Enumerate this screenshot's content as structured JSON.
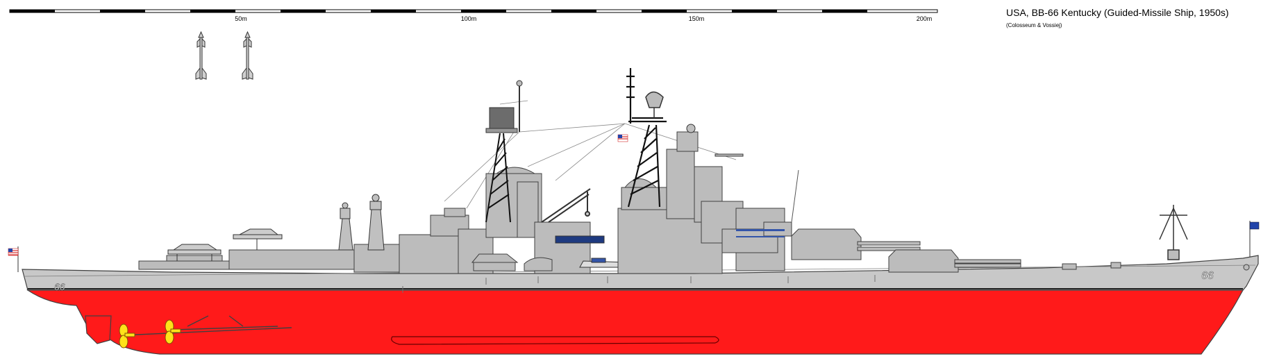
{
  "header": {
    "title": "USA, BB-66 Kentucky (Guided-Missile Ship, 1950s)",
    "credit": "(Colosseum & Vossiej)"
  },
  "scale_bar": {
    "labels": [
      "50m",
      "100m",
      "150m",
      "200m"
    ]
  },
  "ship": {
    "hull_number_bow": "66",
    "hull_number_stern": "66"
  },
  "colors": {
    "hull_gray": "#c8c8c8",
    "hull_red": "#ff1a1a",
    "outline": "#404040",
    "superstructure": "#bcbcbc",
    "propeller": "#ffe21a",
    "flag_blue": "#2244aa",
    "boat_blue": "#1e3a80"
  }
}
